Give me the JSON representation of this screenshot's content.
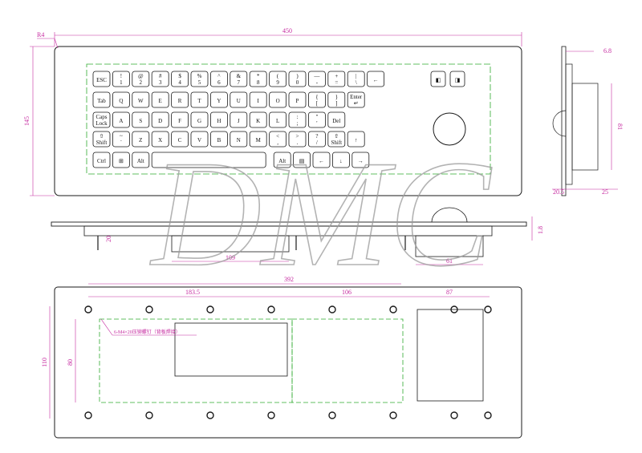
{
  "colors": {
    "outline": "#1a1a1a",
    "dimension": "#c62aa0",
    "keyfield": "#2faa2f",
    "watermark": "#9a9a9a"
  },
  "dimensions": {
    "overall_width": "450",
    "overall_height": "145",
    "corner_radius": "R4",
    "side_thickness": "6.8",
    "side_height": "81",
    "side_bottom_left": "20.5",
    "side_bottom_right": "25",
    "front_height": "20",
    "front_cutout": "109",
    "front_trackball": "61",
    "front_edge": "1.8",
    "bottom_span": "392",
    "bottom_left": "183.5",
    "bottom_mid": "106",
    "bottom_right": "87",
    "bottom_height": "110",
    "bottom_inner_height": "80"
  },
  "note": "6-M4×20压铆螺钉（背板焊接）",
  "keyboard": {
    "rows": [
      [
        {
          "t": "ESC"
        },
        {
          "t": "!",
          "b": "1"
        },
        {
          "t": "@",
          "b": "2"
        },
        {
          "t": "#",
          "b": "3"
        },
        {
          "t": "$",
          "b": "4"
        },
        {
          "t": "%",
          "b": "5"
        },
        {
          "t": "^",
          "b": "6"
        },
        {
          "t": "&",
          "b": "7"
        },
        {
          "t": "*",
          "b": "8"
        },
        {
          "t": "(",
          "b": "9"
        },
        {
          "t": ")",
          "b": "0"
        },
        {
          "t": "—",
          "b": "-"
        },
        {
          "t": "+",
          "b": "="
        },
        {
          "t": "|",
          "b": "\\"
        },
        {
          "t": "←"
        }
      ],
      [
        {
          "t": "Tab"
        },
        {
          "t": "Q"
        },
        {
          "t": "W"
        },
        {
          "t": "E"
        },
        {
          "t": "R"
        },
        {
          "t": "T"
        },
        {
          "t": "Y"
        },
        {
          "t": "U"
        },
        {
          "t": "I"
        },
        {
          "t": "O"
        },
        {
          "t": "P"
        },
        {
          "t": "{",
          "b": "["
        },
        {
          "t": "}",
          "b": "]"
        },
        {
          "t": "Enter",
          "b": "↵"
        }
      ],
      [
        {
          "t": "Caps",
          "b": "Lock"
        },
        {
          "t": "A"
        },
        {
          "t": "S"
        },
        {
          "t": "D"
        },
        {
          "t": "F"
        },
        {
          "t": "G"
        },
        {
          "t": "H"
        },
        {
          "t": "J"
        },
        {
          "t": "K"
        },
        {
          "t": "L"
        },
        {
          "t": ":",
          "b": ";"
        },
        {
          "t": "\"",
          "b": "'"
        },
        {
          "t": "Del"
        }
      ],
      [
        {
          "t": "⇧",
          "b": "Shift"
        },
        {
          "t": "~",
          "b": "`"
        },
        {
          "t": "Z"
        },
        {
          "t": "X"
        },
        {
          "t": "C"
        },
        {
          "t": "V"
        },
        {
          "t": "B"
        },
        {
          "t": "N"
        },
        {
          "t": "M"
        },
        {
          "t": "<",
          "b": ","
        },
        {
          "t": ">",
          "b": "."
        },
        {
          "t": "?",
          "b": "/"
        },
        {
          "t": "⇧",
          "b": "Shift"
        },
        {
          "t": "↑"
        }
      ],
      [
        {
          "t": "Ctrl"
        },
        {
          "t": "⊞"
        },
        {
          "t": "Alt"
        },
        {
          "t": ""
        },
        {
          "t": "Alt"
        },
        {
          "t": "▤"
        },
        {
          "t": "←"
        },
        {
          "t": "↓"
        },
        {
          "t": "→"
        }
      ]
    ],
    "mouse_buttons": [
      {
        "t": "◧"
      },
      {
        "t": "◨"
      }
    ]
  },
  "watermark_text": "DMC"
}
